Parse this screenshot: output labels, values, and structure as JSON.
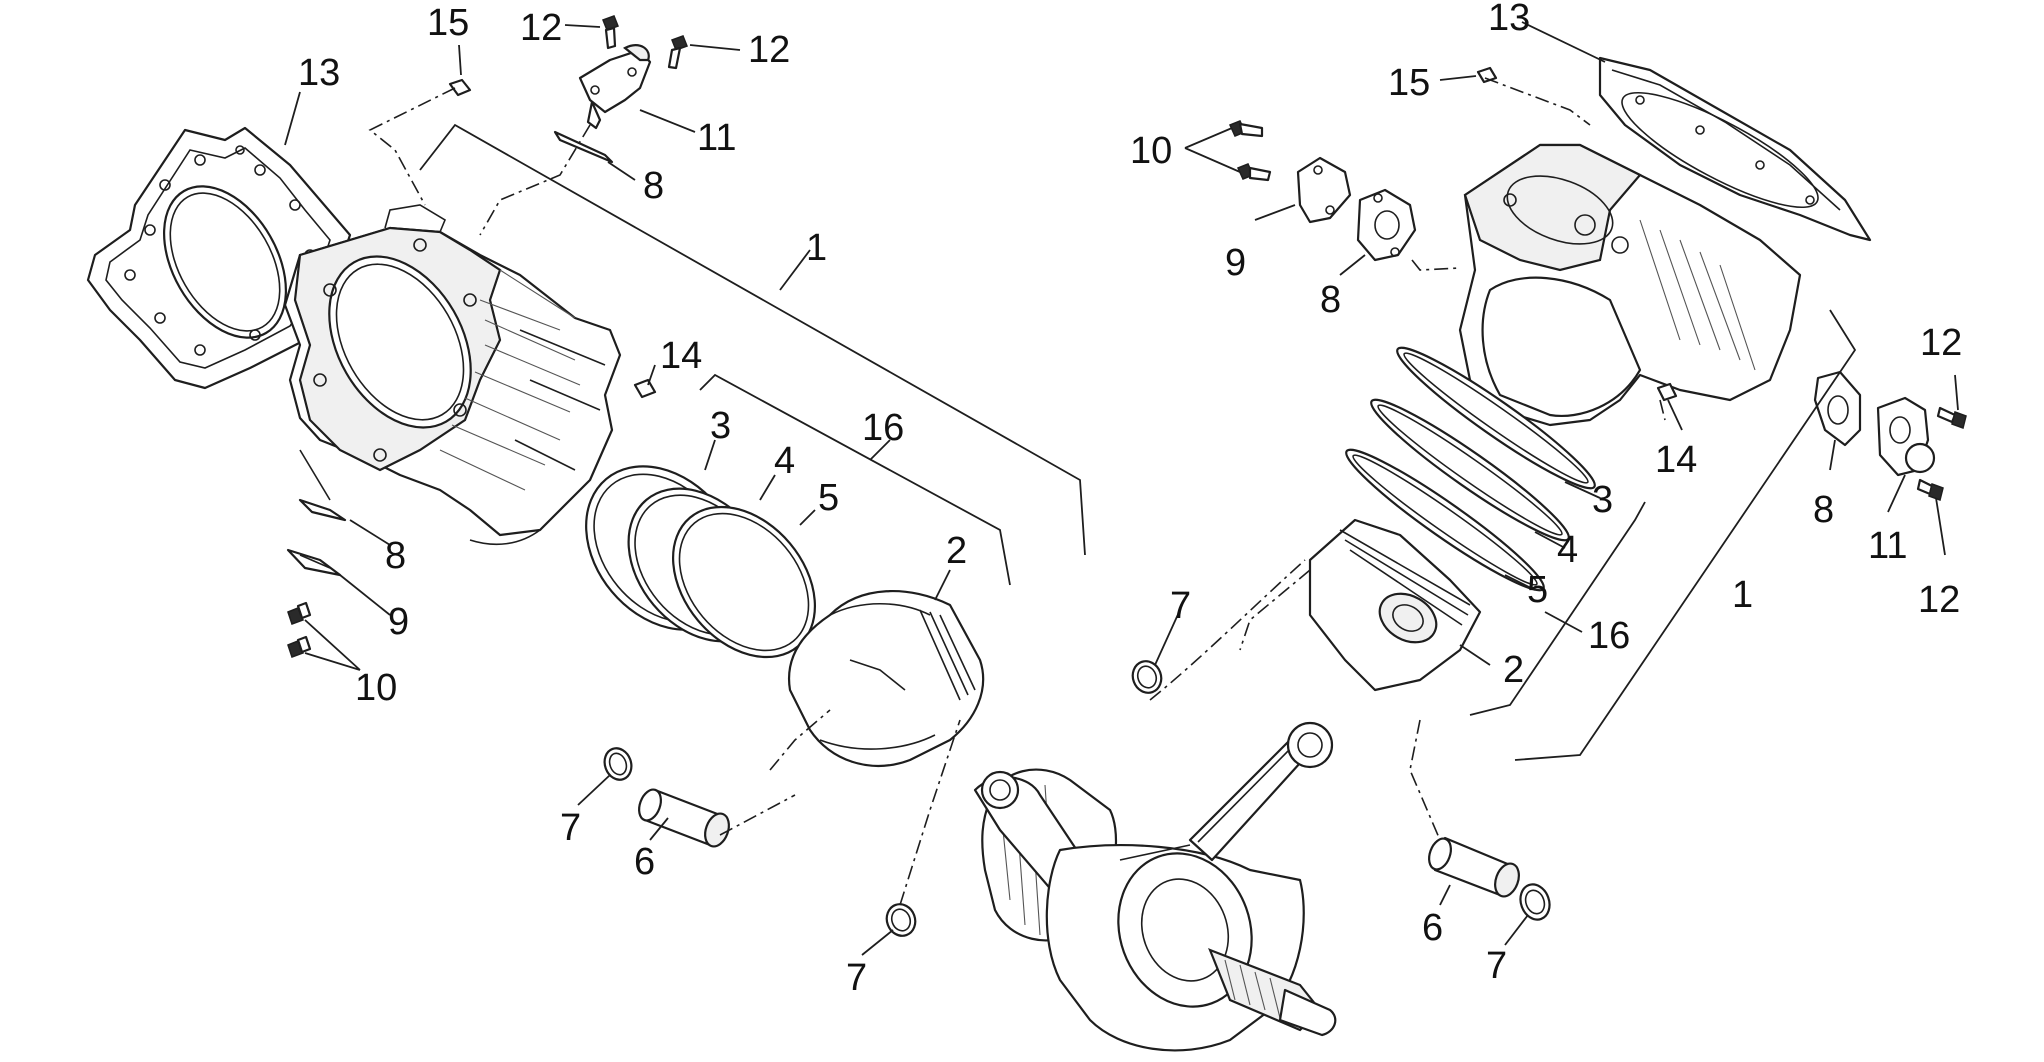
{
  "diagram": {
    "type": "exploded-parts-view",
    "left_assembly_callouts": [
      "13",
      "15",
      "12",
      "12",
      "11",
      "8",
      "1",
      "14",
      "16",
      "3",
      "4",
      "5",
      "2",
      "8",
      "9",
      "10",
      "7",
      "6",
      "7"
    ],
    "right_assembly_callouts": [
      "13",
      "15",
      "10",
      "9",
      "8",
      "12",
      "14",
      "3",
      "4",
      "5",
      "1",
      "8",
      "11",
      "12",
      "7",
      "16",
      "2",
      "6",
      "7"
    ],
    "colors": {
      "line": "#1e1e1e",
      "background": "#ffffff"
    }
  },
  "labels": {
    "l13": "13",
    "l15": "15",
    "l12a": "12",
    "l12b": "12",
    "l11": "11",
    "l8a": "8",
    "l1": "1",
    "l14": "14",
    "l16": "16",
    "l3": "3",
    "l4": "4",
    "l5": "5",
    "l2": "2",
    "l8b": "8",
    "l9": "9",
    "l10": "10",
    "l7a": "7",
    "l6": "6",
    "l7b": "7",
    "r13": "13",
    "r15": "15",
    "r10": "10",
    "r9": "9",
    "r8a": "8",
    "r12a": "12",
    "r14": "14",
    "r3": "3",
    "r4": "4",
    "r5": "5",
    "r1": "1",
    "r8b": "8",
    "r11": "11",
    "r12b": "12",
    "r7a": "7",
    "r16": "16",
    "r2": "2",
    "r6": "6",
    "r7b": "7"
  }
}
